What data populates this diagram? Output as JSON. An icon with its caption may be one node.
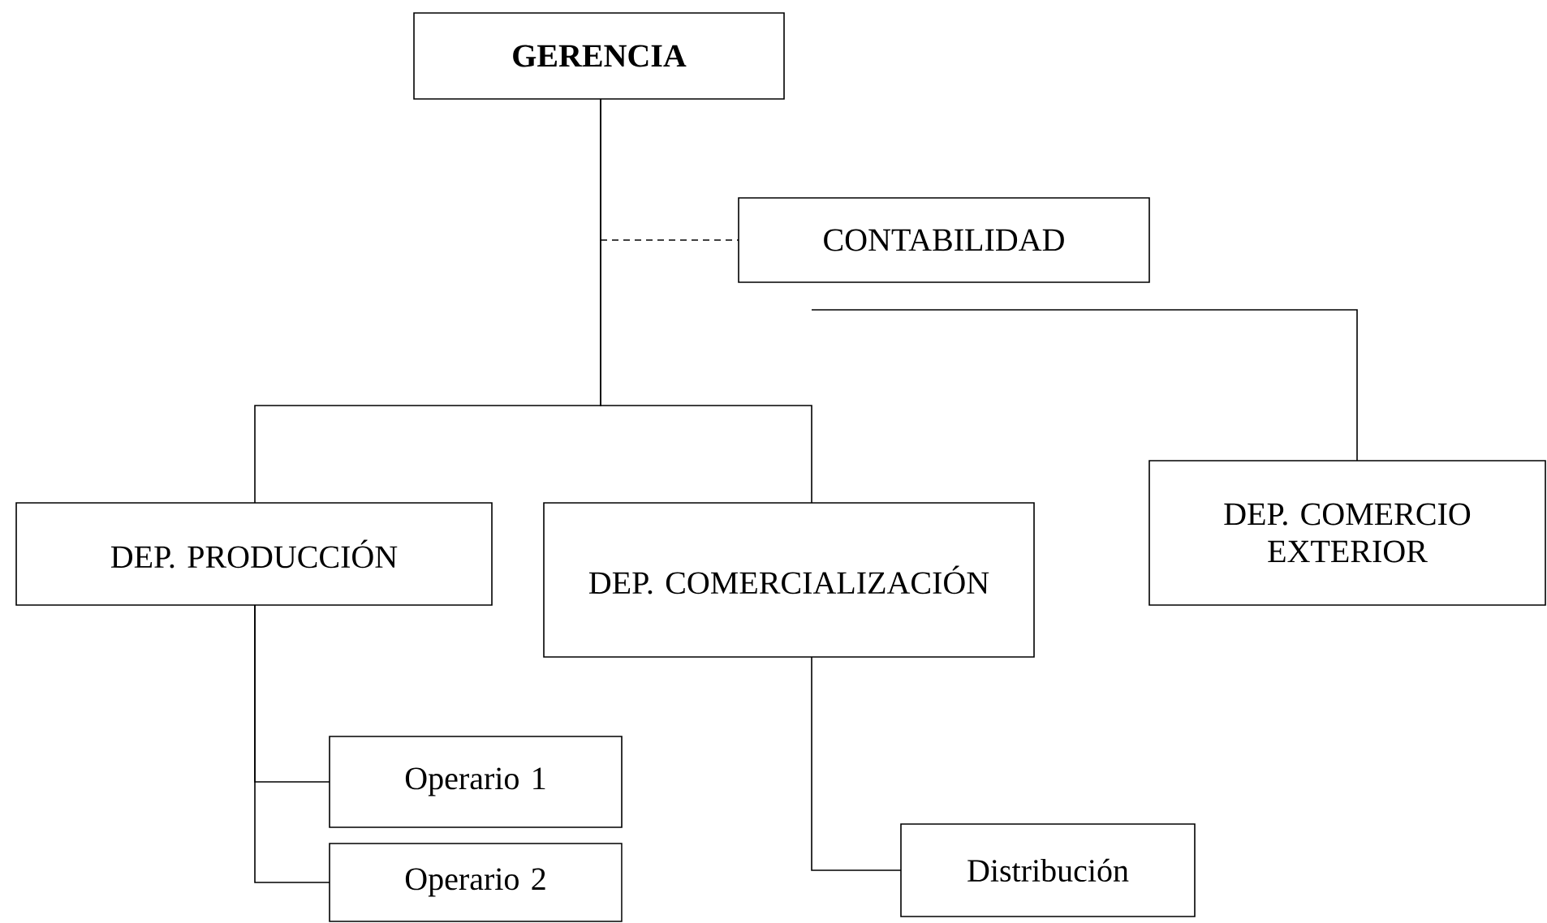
{
  "diagram": {
    "nodes": [
      {
        "text": [
          "GERENCIA"
        ]
      },
      {
        "text": [
          "CONTABILIDAD"
        ]
      },
      {
        "text": [
          "DEP. PRODUCCIÓN"
        ]
      },
      {
        "text": [
          "DEP. COMERCIALIZACIÓN"
        ]
      },
      {
        "text": [
          "DEP. COMERCIO EXTERIOR"
        ]
      },
      {
        "text": [
          "Operario 1"
        ]
      },
      {
        "text": [
          "Operario 2"
        ]
      },
      {
        "text": [
          "Distribución"
        ]
      }
    ],
    "edges": [
      {
        "from": 0,
        "to": 1,
        "arrow": "none",
        "style": "dashed"
      },
      {
        "from": 0,
        "to": 2,
        "arrow": "none"
      },
      {
        "from": 0,
        "to": 3,
        "arrow": "none"
      },
      {
        "from": null,
        "to": 4,
        "arrow": "none"
      },
      {
        "from": 2,
        "to": 5,
        "arrow": "none"
      },
      {
        "from": 2,
        "to": 6,
        "arrow": "none"
      },
      {
        "from": 3,
        "to": 7,
        "arrow": "none"
      }
    ]
  }
}
